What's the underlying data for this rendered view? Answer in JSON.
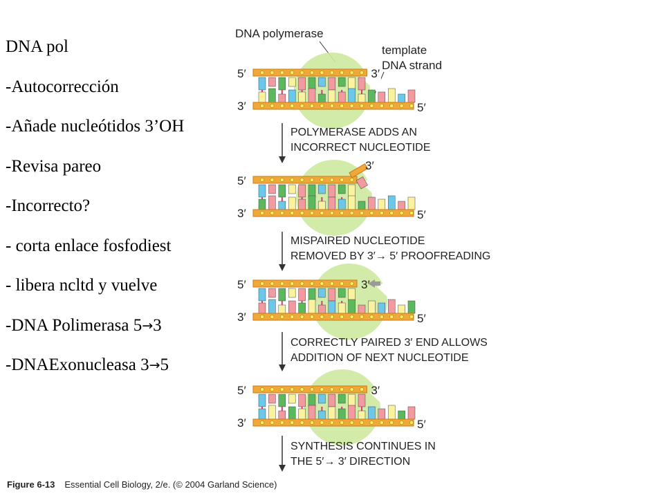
{
  "notes": [
    {
      "text": "DNA pol"
    },
    {
      "text": "-Autocorrección"
    },
    {
      "text": "-Añade nucleótidos 3’OH"
    },
    {
      "text": "-Revisa pareo"
    },
    {
      "text": "-Incorrecto?"
    },
    {
      "text": "- corta enlace fosfodiest"
    },
    {
      "text": "- libera ncltd y vuelve"
    },
    {
      "text": "-DNA Polimerasa 5",
      "arrow": "→",
      "after": "3"
    },
    {
      "text": "-DNAExonucleasa 3",
      "arrow": "→",
      "after": "5"
    }
  ],
  "diagram": {
    "dna_polymerase_label": "DNA polymerase",
    "template_label_1": "template",
    "template_label_2": "DNA strand",
    "end_5": "5′",
    "end_3": "3′",
    "steps": [
      {
        "line1": "POLYMERASE ADDS AN",
        "line2": "INCORRECT NUCLEOTIDE"
      },
      {
        "line1": "MISPAIRED NUCLEOTIDE",
        "line2": "REMOVED BY 3′→ 5′ PROOFREADING"
      },
      {
        "line1": "CORRECTLY PAIRED 3′ END ALLOWS",
        "line2": "ADDITION OF NEXT NUCLEOTIDE"
      },
      {
        "line1": "SYNTHESIS CONTINUES IN",
        "line2": "THE 5′→ 3′ DIRECTION"
      }
    ],
    "colors": {
      "backbone": "#f0a83a",
      "backbone_edge": "#c77b16",
      "phosphate": "#fff060",
      "polymerase": "#cde9a0",
      "base_blue": "#6cc8ea",
      "base_green": "#5cb85c",
      "base_pink": "#f29aa0",
      "base_yellow": "#fbf2a0",
      "hbond": "#d63a72"
    }
  },
  "caption": {
    "figure": "Figure 6-13",
    "source": "Essential Cell Biology, 2/e. (© 2004 Garland Science)"
  }
}
